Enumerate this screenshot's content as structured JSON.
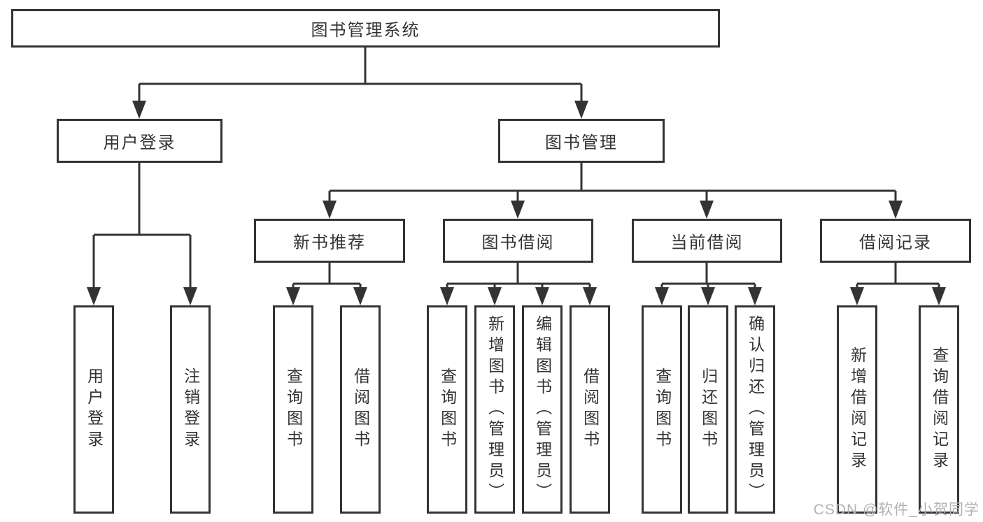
{
  "diagram": {
    "root": {
      "label": "图书管理系统"
    },
    "branches": {
      "user_login": {
        "label": "用户登录",
        "children": [
          {
            "label": "用户登录"
          },
          {
            "label": "注销登录"
          }
        ]
      },
      "book_mgmt": {
        "label": "图书管理",
        "children": [
          {
            "label": "新书推荐",
            "children": [
              {
                "label": "查询图书"
              },
              {
                "label": "借阅图书"
              }
            ]
          },
          {
            "label": "图书借阅",
            "children": [
              {
                "label": "查询图书"
              },
              {
                "label": "新增图书（管理员）"
              },
              {
                "label": "编辑图书（管理员）"
              },
              {
                "label": "借阅图书"
              }
            ]
          },
          {
            "label": "当前借阅",
            "children": [
              {
                "label": "查询图书"
              },
              {
                "label": "归还图书"
              },
              {
                "label": "确认归还（管理员）"
              }
            ]
          },
          {
            "label": "借阅记录",
            "children": [
              {
                "label": "新增借阅记录"
              },
              {
                "label": "查询借阅记录"
              }
            ]
          }
        ]
      }
    }
  },
  "watermark": {
    "text": "CSDN @软件_小贺同学"
  },
  "colors": {
    "line": "#333333",
    "box_border": "#333333",
    "text": "#333333",
    "background": "#ffffff",
    "watermark": "#b2b2b2"
  }
}
